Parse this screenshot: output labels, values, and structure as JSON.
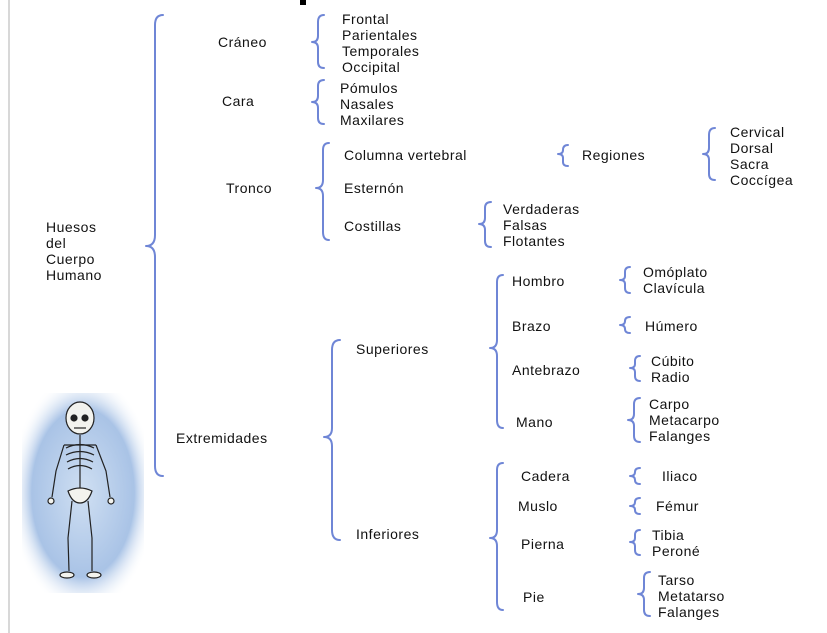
{
  "root": {
    "label": [
      "Huesos",
      "del",
      "Cuerpo",
      "Humano"
    ]
  },
  "craneo": {
    "label": "Cráneo",
    "items": [
      "Frontal",
      "Parientales",
      "Temporales",
      "Occipital"
    ]
  },
  "cara": {
    "label": "Cara",
    "items": [
      "Pómulos",
      "Nasales",
      "Maxilares"
    ]
  },
  "tronco": {
    "label": "Tronco",
    "columna": {
      "label": "Columna vertebral",
      "regiones": {
        "label": "Regiones",
        "items": [
          "Cervical",
          "Dorsal",
          "Sacra",
          "Coccígea"
        ]
      }
    },
    "esternon": {
      "label": "Esternón"
    },
    "costillas": {
      "label": "Costillas",
      "items": [
        "Verdaderas",
        "Falsas",
        "Flotantes"
      ]
    }
  },
  "extremidades": {
    "label": "Extremidades",
    "superiores": {
      "label": "Superiores",
      "hombro": {
        "label": "Hombro",
        "items": [
          "Omóplato",
          "Clavícula"
        ]
      },
      "brazo": {
        "label": "Brazo",
        "items": [
          "Húmero"
        ]
      },
      "antebrazo": {
        "label": "Antebrazo",
        "items": [
          "Cúbito",
          "Radio"
        ]
      },
      "mano": {
        "label": "Mano",
        "items": [
          "Carpo",
          "Metacarpo",
          "Falanges"
        ]
      }
    },
    "inferiores": {
      "label": "Inferiores",
      "cadera": {
        "label": "Cadera",
        "items": [
          "Iliaco"
        ]
      },
      "muslo": {
        "label": "Muslo",
        "items": [
          "Fémur"
        ]
      },
      "pierna": {
        "label": "Pierna",
        "items": [
          "Tibia",
          "Peroné"
        ]
      },
      "pie": {
        "label": "Pie",
        "items": [
          "Tarso",
          "Metatarso",
          "Falanges"
        ]
      }
    }
  },
  "colors": {
    "brace": "#6f86d6",
    "text": "#111111",
    "skeleton_bg": "#a9c3e6"
  }
}
